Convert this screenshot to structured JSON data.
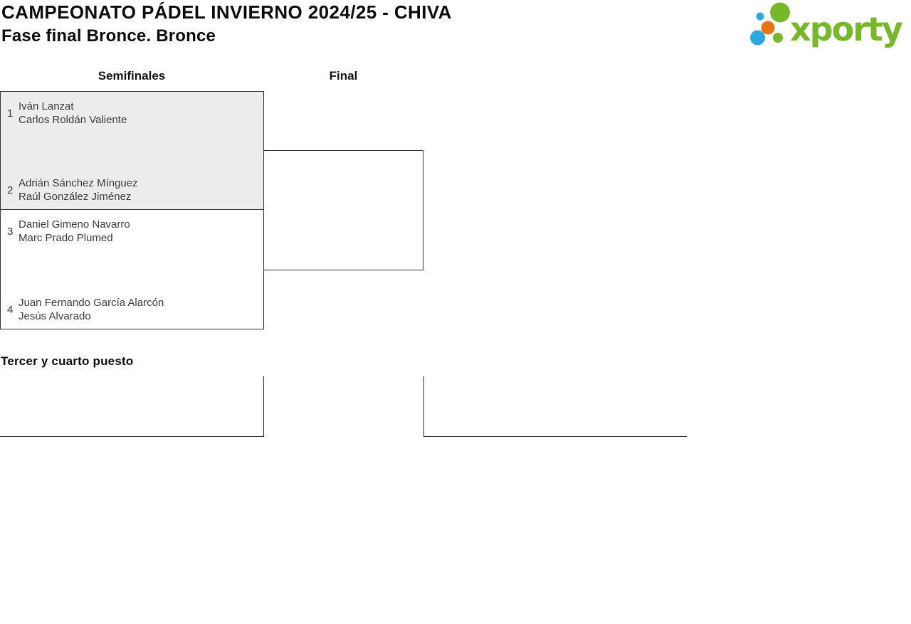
{
  "header": {
    "title": "CAMPEONATO PÁDEL INVIERNO 2024/25 - CHIVA",
    "subtitle": "Fase final Bronce. Bronce"
  },
  "logo": {
    "text": "xporty",
    "colors": {
      "green": "#76b82a",
      "blue": "#2aa9e0",
      "orange": "#e8750f"
    }
  },
  "bracket": {
    "columns": [
      {
        "label": "Semifinales"
      },
      {
        "label": "Final"
      }
    ],
    "colors": {
      "highlight_box_bg": "#ececec",
      "border": "#333333"
    },
    "semifinals": [
      {
        "teams": [
          {
            "seed": "1",
            "players": [
              "Iván Lanzat",
              "Carlos Roldán Valiente"
            ]
          },
          {
            "seed": "2",
            "players": [
              "Adrián Sánchez Mínguez",
              "Raúl González Jiménez"
            ]
          }
        ]
      },
      {
        "teams": [
          {
            "seed": "3",
            "players": [
              "Daniel Gimeno Navarro",
              "Marc Prado Plumed"
            ]
          },
          {
            "seed": "4",
            "players": [
              "Juan Fernando García Alarcón",
              "Jesús Alvarado"
            ]
          }
        ]
      }
    ],
    "final": {
      "teams": []
    }
  },
  "third_place": {
    "heading": "Tercer y cuarto puesto"
  }
}
